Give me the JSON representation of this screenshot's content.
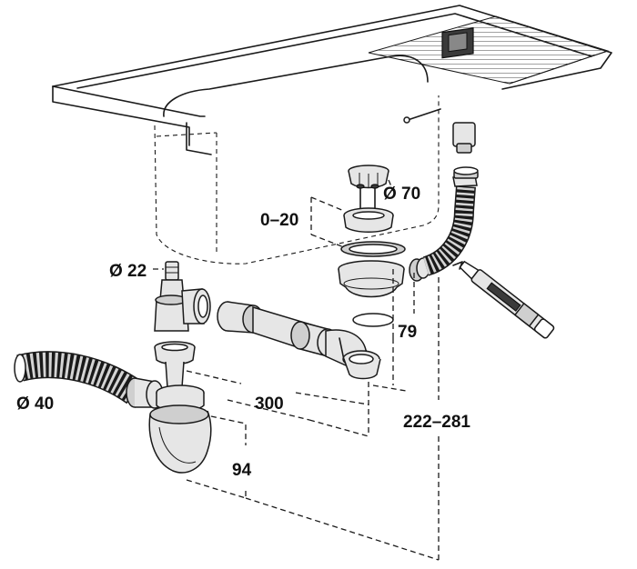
{
  "labels": {
    "strainer_diameter": "Ø 70",
    "strainer_adjust": "0–20",
    "inlet_diameter": "Ø 22",
    "outlet_diameter": "Ø 40",
    "horizontal_length": "300",
    "trap_depth": "94",
    "overflow_offset": "79",
    "overflow_range": "222–281"
  }
}
